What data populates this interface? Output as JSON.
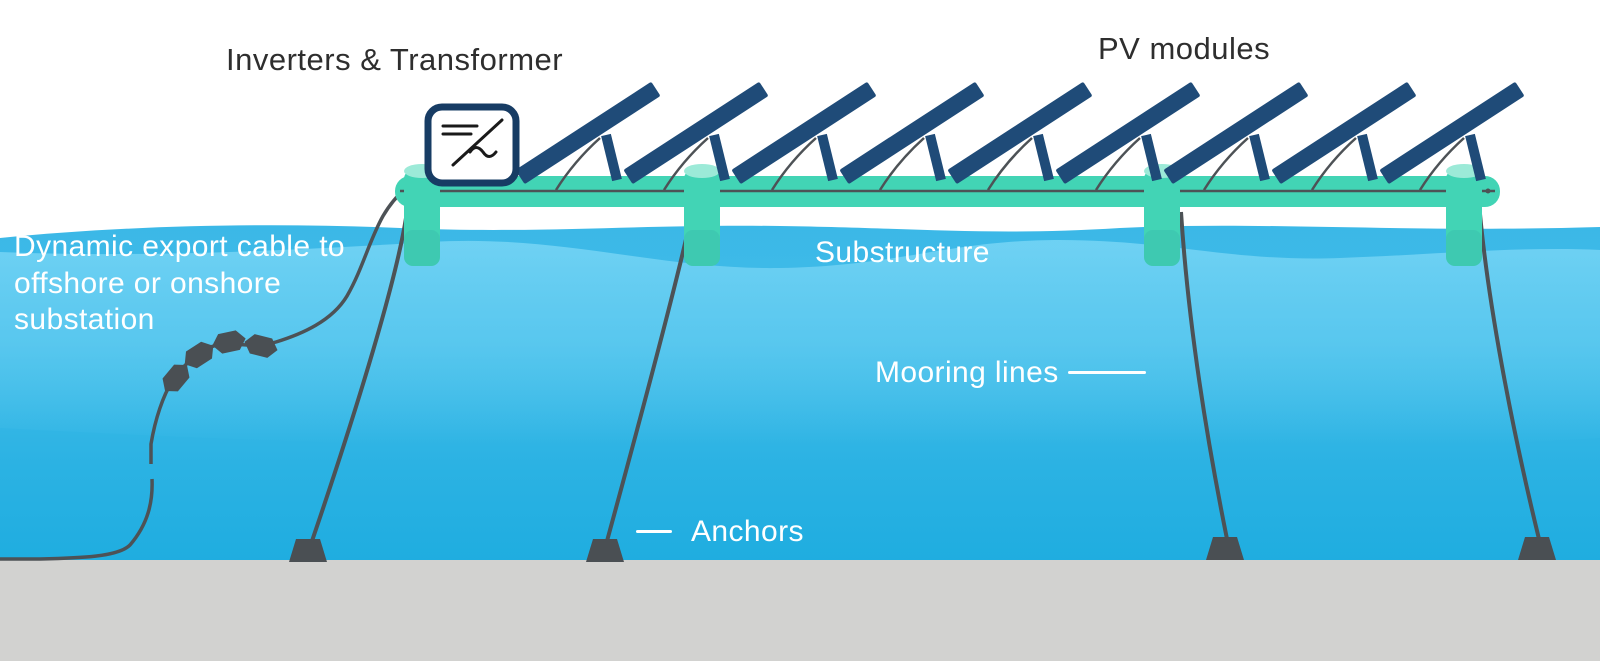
{
  "title_labels": {
    "inverters_transformer": "Inverters & Transformer",
    "pv_modules": "PV modules"
  },
  "water_labels": {
    "export_cable": "Dynamic export cable to offshore or onshore substation",
    "substructure": "Substructure",
    "mooring_lines": "Mooring lines",
    "anchors": "Anchors"
  },
  "components": {
    "pv_module_count": 9,
    "float_column_count": 4,
    "mooring_line_count": 4,
    "anchor_count": 4,
    "cable_buoyancy_module_count": 4
  },
  "colors": {
    "panel_navy": "#1f4b78",
    "inverter_border_navy": "#173c64",
    "structure_teal": "#42d4b5",
    "float_cap_teal": "#9cead8",
    "water_blue_top": "#3bb8e7",
    "water_blue_deep": "#1fade0",
    "water_light_band": "#70d2f4",
    "seabed_gray": "#d2d2d0",
    "cable_dark_gray": "#4d5256",
    "label_dark": "#2e2e2e",
    "label_white": "#ffffff"
  }
}
